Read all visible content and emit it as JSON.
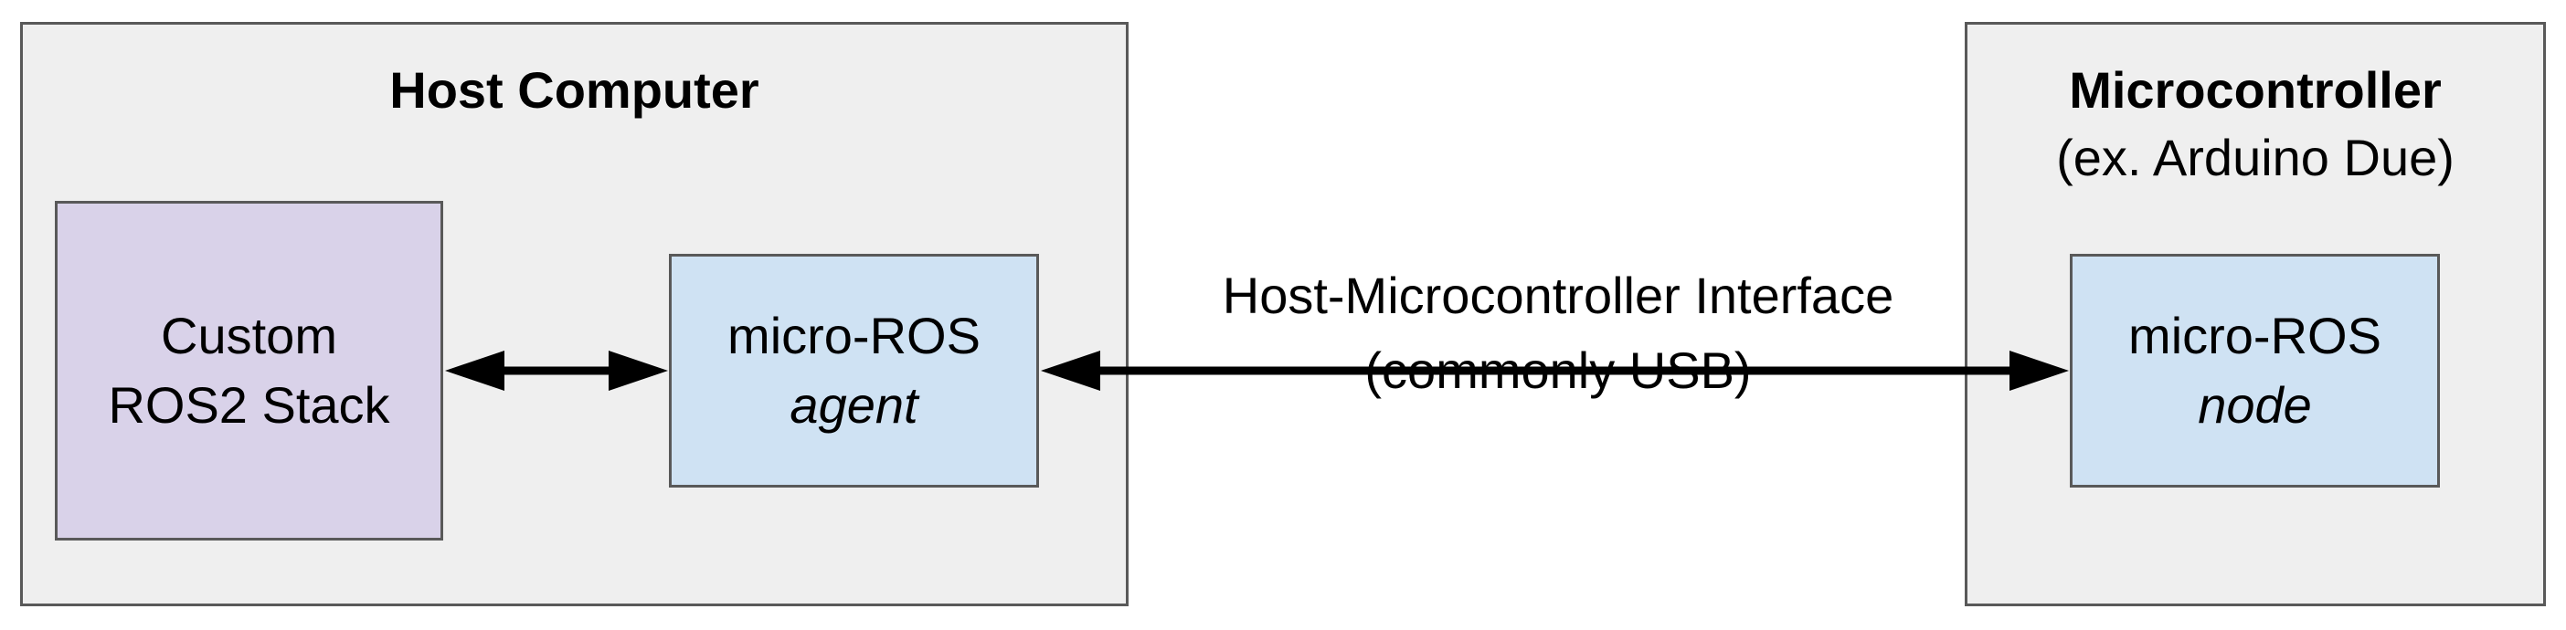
{
  "host": {
    "title": "Host Computer",
    "stack": {
      "line1": "Custom",
      "line2": "ROS2 Stack"
    },
    "agent": {
      "line1": "micro-ROS",
      "line2": "agent"
    }
  },
  "microcontroller": {
    "title": "Microcontroller",
    "subtitle": "(ex. Arduino Due)",
    "node": {
      "line1": "micro-ROS",
      "line2": "node"
    }
  },
  "interface": {
    "line1": "Host-Microcontroller Interface",
    "line2": "(commonly USB)"
  },
  "colors": {
    "container_fill": "#efefef",
    "stack_fill": "#d9d2e9",
    "ros_fill": "#cfe2f3",
    "border": "#595959",
    "arrow": "#000000"
  }
}
